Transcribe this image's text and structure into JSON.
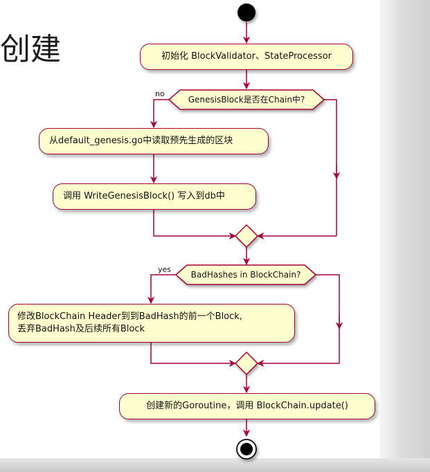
{
  "slide": {
    "title_fragment": "创建"
  },
  "flowchart": {
    "steps": {
      "init": "初始化 BlockValidator、StateProcessor",
      "read_genesis": "从default_genesis.go中读取预先生成的区块",
      "write_genesis": "调用 WriteGenesisBlock() 写入到db中",
      "modify_header_line1": "修改BlockChain Header到到BadHash的前一个Block,",
      "modify_header_line2": "丢弃BadHash及后续所有Block",
      "start_goroutine": "创建新的Goroutine，调用 BlockChain.update()"
    },
    "decisions": {
      "genesis_check": "GenesisBlock是否在Chain中?",
      "badhash_check": "BadHashes in BlockChain?"
    },
    "branch_labels": {
      "genesis_branch": "no",
      "badhash_branch": "yes"
    },
    "colors": {
      "node_fill": "#fefece",
      "node_border": "#a80036"
    }
  }
}
